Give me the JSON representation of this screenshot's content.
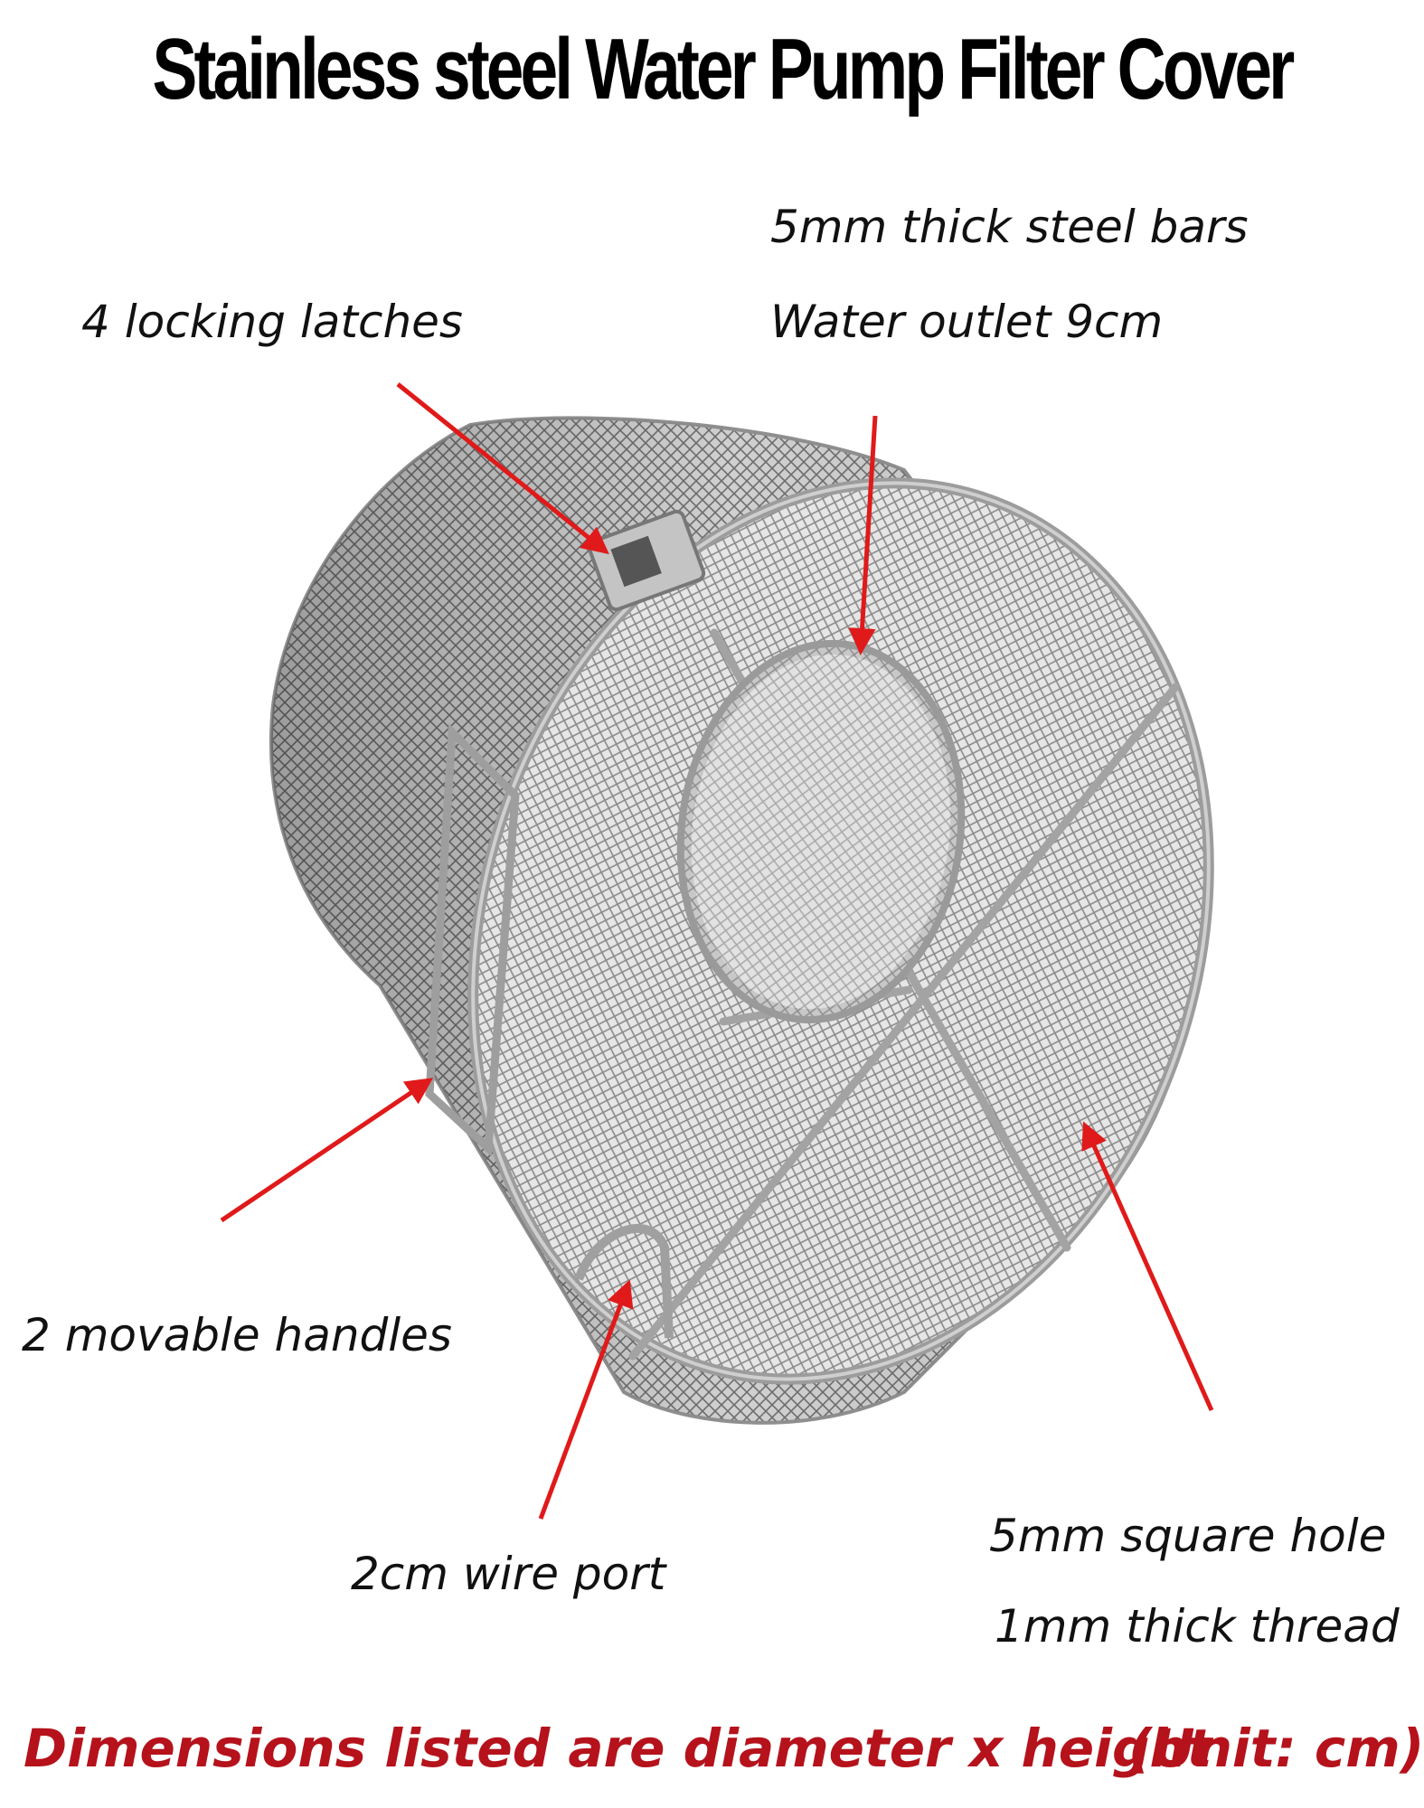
{
  "title": "Stainless steel Water Pump Filter Cover",
  "labels": {
    "bars": "5mm thick steel bars",
    "outlet": "Water outlet 9cm",
    "latches": "4 locking latches",
    "handles": "2 movable handles",
    "wire_port": "2cm wire port",
    "hole": "5mm square hole",
    "thread": "1mm thick thread"
  },
  "footer": {
    "dimensions": "Dimensions listed are diameter x height",
    "unit": "(Unit: cm)"
  },
  "colors": {
    "arrow": "#e01a1a",
    "footer_text": "#b5121b",
    "steel": "#a9a9a9"
  }
}
